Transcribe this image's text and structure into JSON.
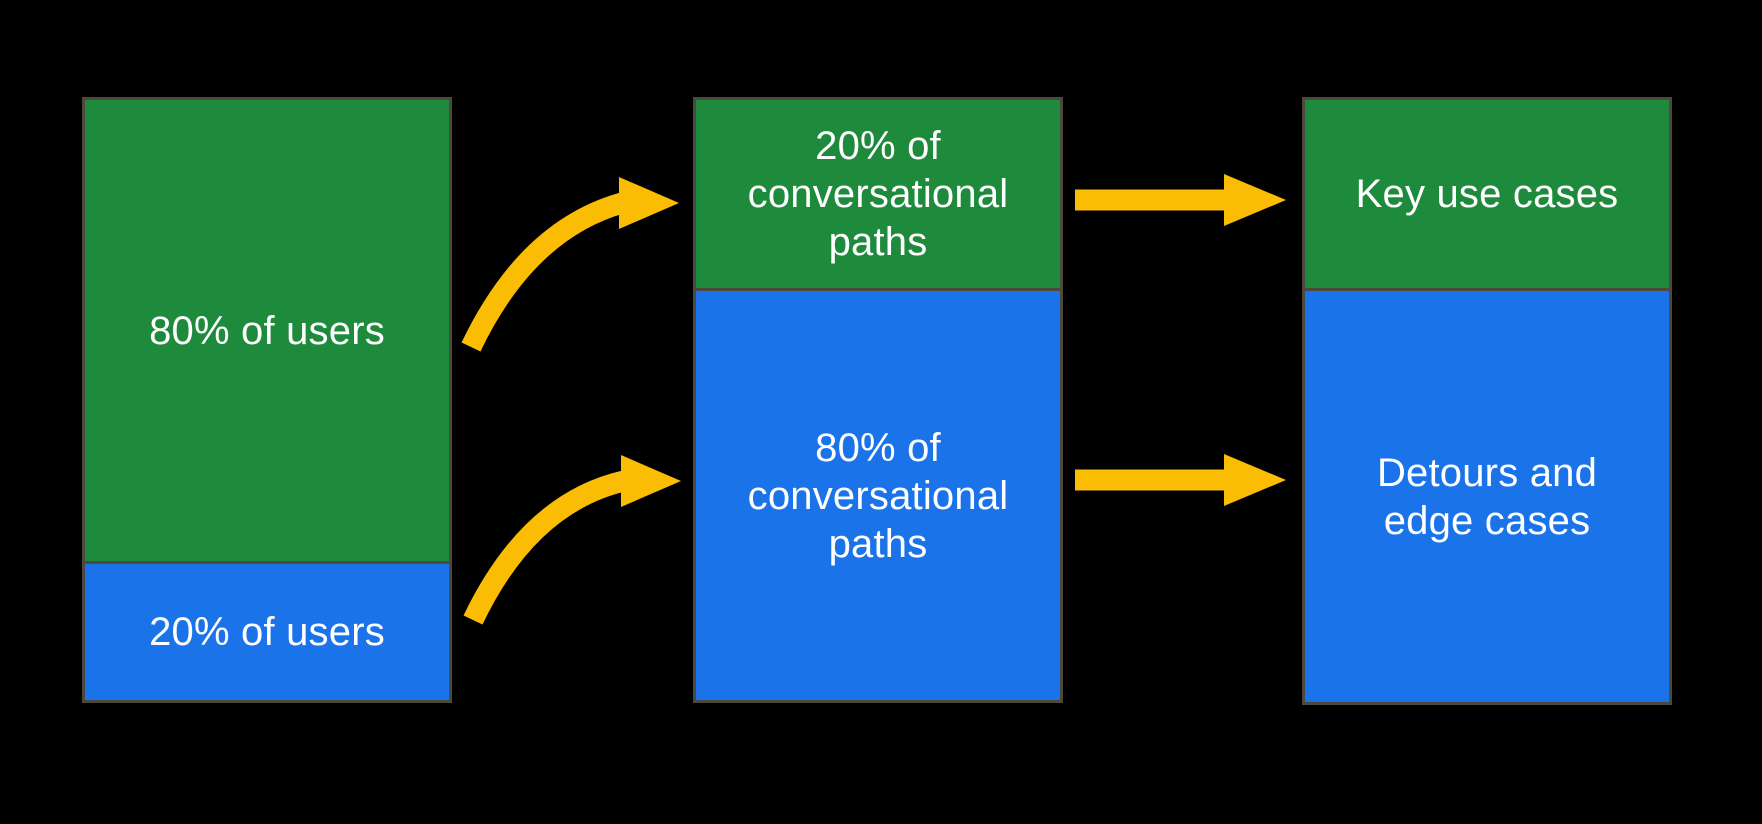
{
  "colors": {
    "background": "#000000",
    "green": "#1e8a3c",
    "blue": "#1a73e8",
    "yellow": "#fbbc04",
    "border": "#4c483e",
    "text": "#ffffff"
  },
  "diagram": {
    "columns": [
      {
        "name": "users",
        "segments": [
          {
            "label": "80% of users",
            "color": "green",
            "proportion": 0.8
          },
          {
            "label": "20% of users",
            "color": "blue",
            "proportion": 0.2
          }
        ]
      },
      {
        "name": "conversational-paths",
        "segments": [
          {
            "label": "20% of\nconversational\npaths",
            "color": "green",
            "proportion": 0.2
          },
          {
            "label": "80% of\nconversational\npaths",
            "color": "blue",
            "proportion": 0.8
          }
        ]
      },
      {
        "name": "outcomes",
        "segments": [
          {
            "label": "Key use cases",
            "color": "green"
          },
          {
            "label": "Detours and\nedge cases",
            "color": "blue"
          }
        ]
      }
    ],
    "arrows": [
      {
        "from": "80% of users",
        "to": "20% of conversational paths",
        "style": "curved"
      },
      {
        "from": "20% of users",
        "to": "80% of conversational paths",
        "style": "curved"
      },
      {
        "from": "20% of conversational paths",
        "to": "Key use cases",
        "style": "straight"
      },
      {
        "from": "80% of conversational paths",
        "to": "Detours and edge cases",
        "style": "straight"
      }
    ]
  }
}
